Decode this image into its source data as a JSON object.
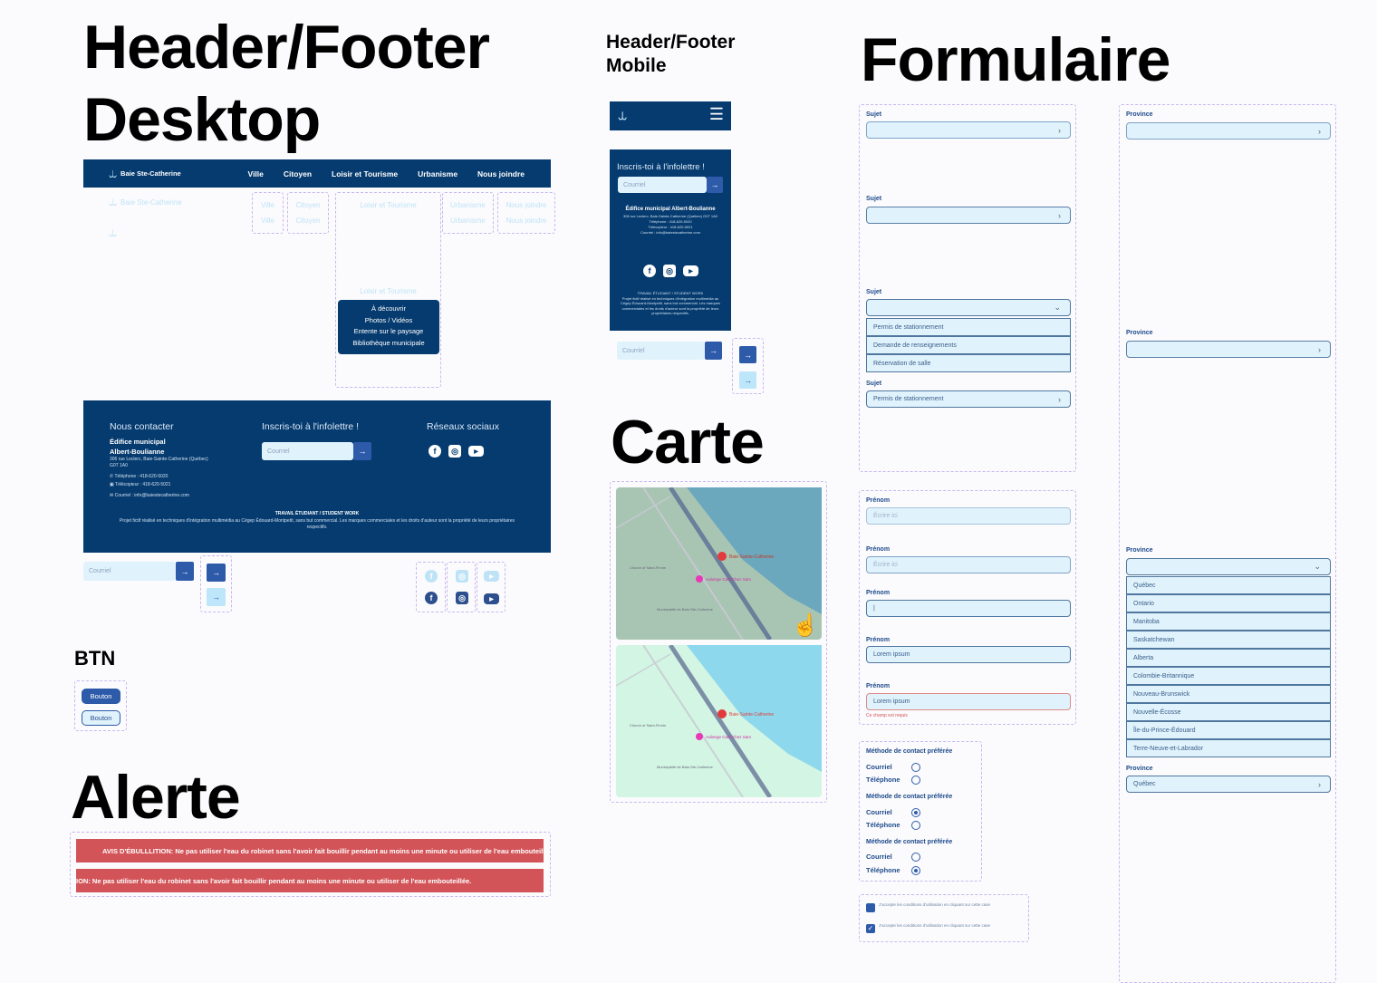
{
  "titles": {
    "desktop": "Header/Footer Desktop",
    "desktop_l1": "Header/Footer",
    "desktop_l2": "Desktop",
    "mobile_l1": "Header/Footer",
    "mobile_l2": "Mobile",
    "form": "Formulaire",
    "map": "Carte",
    "btn": "BTN",
    "alert": "Alerte"
  },
  "colors": {
    "navy": "#063b6f",
    "button": "#2d5ba9",
    "input_bg": "#e0f2fc",
    "alert": "#d35458",
    "guide": "#c9b8ef"
  },
  "header": {
    "brand": "Baie Ste-Catherine",
    "nav": [
      "Ville",
      "Citoyen",
      "Loisir et Tourisme",
      "Urbanisme",
      "Nous joindre"
    ],
    "dropdown": [
      "À découvrir",
      "Photos / Vidéos",
      "Entente sur le paysage",
      "Bibliothèque municipale"
    ]
  },
  "footer": {
    "contact_title": "Nous contacter",
    "building": "Édifice municipal Albert-Boulianne",
    "building_l1": "Édifice municipal",
    "building_l2": "Albert-Boulianne",
    "address": "306 rue Leclerc, Baie-Sainte-Catherine (Québec) G0T 1A0",
    "phone": "Téléphone : 418-620-5020",
    "fax": "Télécopieur : 418-620-5021",
    "email": "Courriel : info@baiestecatherine.com",
    "newsletter_title": "Inscris-toi à l'infolettre !",
    "email_placeholder": "Courriel",
    "social_title": "Réseaux sociaux",
    "student": "TRAVAIL ÉTUDIANT / STUDENT WORK",
    "disclaimer": "Projet fictif réalisé en techniques d'intégration multimédia au Cégep Édouard-Montpetit, sans but commercial. Les marques commerciales et les droits d'auteur sont la propriété de leurs propriétaires respectifs.",
    "arrow": "→",
    "social_icons": [
      "facebook-icon",
      "instagram-icon",
      "youtube-icon"
    ]
  },
  "buttons": {
    "primary": "Bouton",
    "secondary": "Bouton"
  },
  "alert": {
    "text1": "AVIS D'ÉBULLLITION: Ne pas utiliser l'eau du robinet sans l'avoir fait bouillir pendant au moins une minute ou utiliser de l'eau embouteillée.",
    "text2": "ION: Ne pas utiliser l'eau du robinet sans l'avoir fait bouillir pendant au moins une minute ou utiliser de l'eau embouteillée."
  },
  "map": {
    "place": "Baie-Sainte-Catherine",
    "auberge": "Auberge Café Chez Sam",
    "church": "Church of Saint-Firmin",
    "municipality": "Municipalité de Baie-Ste-Catherine"
  },
  "form": {
    "subject_label": "Sujet",
    "subject_options": [
      "Permis de stationnement",
      "Demande de renseignements",
      "Réservation de salle"
    ],
    "subject_selected": "Permis de stationnement",
    "firstname_label": "Prénom",
    "placeholder": "Écrire ici",
    "cursor": "|",
    "value": "Lorem ipsum",
    "error": "Ce champ est requis",
    "contact_label": "Méthode de contact préférée",
    "email_opt": "Courriel",
    "phone_opt": "Téléphone",
    "radio_states": [
      {
        "courriel": false,
        "telephone": false
      },
      {
        "courriel": true,
        "telephone": false
      },
      {
        "courriel": false,
        "telephone": true
      }
    ],
    "terms": "J'accepte les conditions d'utilisation en cliquant sur cette case",
    "province_label": "Province",
    "provinces": [
      "Québec",
      "Ontario",
      "Manitoba",
      "Saskatchewan",
      "Alberta",
      "Colombie-Britannique",
      "Nouveau-Brunswick",
      "Nouvelle-Écosse",
      "Île-du-Prince-Édouard",
      "Terre-Neuve-et-Labrador"
    ],
    "province_selected": "Québec",
    "chevron": "›",
    "chevron_down": "⌄"
  }
}
